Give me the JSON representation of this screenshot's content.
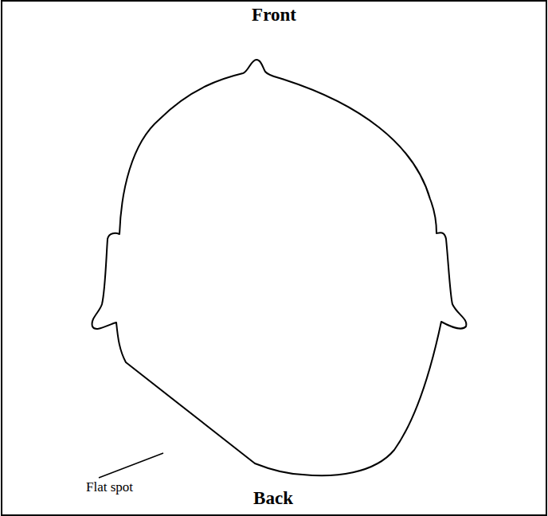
{
  "diagram": {
    "labels": [
      "Front",
      "Back",
      "Flat spot"
    ]
  }
}
